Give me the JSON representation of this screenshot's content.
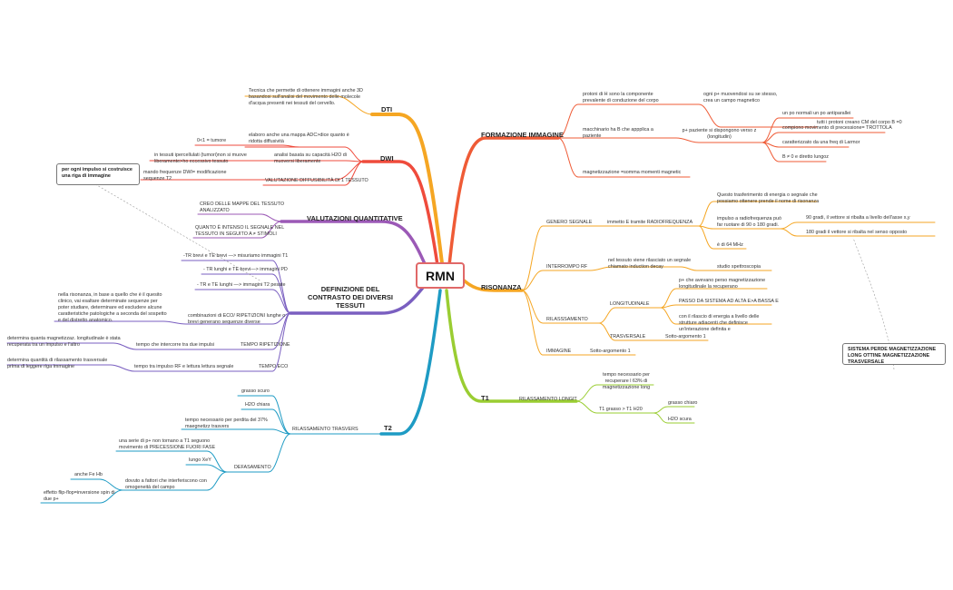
{
  "root": "RMN",
  "branches": {
    "dti": {
      "title": "DTI",
      "items": [
        "Tecnica che permette di ottenere immagini anche 3D basandosi sull'analisi del movimento delle molecole d'acqua presenti nei tessuti del cervello."
      ]
    },
    "dwi": {
      "title": "DWI",
      "adc": "elaboro anche una mappa ADC>dice quanto è ridotta diffusività",
      "adc_tumor": "0<1 = tumore",
      "analysis": "analisi basata su capacità H2O di muoversi liberamente",
      "tissue": "in tessuti ipercellulati (tumori)non si muove liberamente>ho eccessivo tessuto",
      "diffusivity": "VALUTAZIONE DIFFUSIBILITÀ DI 1 TESSUTO",
      "sequence": "mando frequenze DWI= modificazione sequenze T2"
    },
    "quant": {
      "title": "VALUTAZIONI QUANTITATIVE",
      "items": [
        "CREO DELLE MAPPE DEL TESSUTO ANALIZZATO",
        "QUANTO È INTENSO IL SEGNALE NEL TESSUTO IN SEGUITO A ≠ STIMOLI"
      ]
    },
    "contrast": {
      "title": "DEFINIZIONE DEL CONTRASTO DEI DIVERSI TESSUTI",
      "tr1": "-TR brevi e TE brevi —> misuriamo immagini T1",
      "tr2": "- TR lunghi e TE brevi—> immagini PD",
      "tr3": "- TR e TE lunghi —> immagini T2 pesate",
      "combos": "combinazioni di ECO/ RIPETIZIONI lunghe o brevi generano sequenze diverse",
      "combos_note": "nella risonanza, in base a quello che è il quesito clinico, vai esaltare determinate sequenze per poter studiare, determinare ed escludere alcune caratteristiche patologiche a seconda del sospetto e del distretto anatomico.",
      "tr_label": "TEMPO RIPETIZIONE",
      "tr_def": "tempo che intercorre tra due impulsi",
      "tr_note": "determina quanta magnetizzaz. longitudinale è stata recuperata tra un impulso e l'altro",
      "te_label": "TEMPO ECO",
      "te_def": "tempo tra impulso RF e lettura lettura segnale",
      "te_note": "determina quantità di rilassamento trasversale prima di leggere riga immagine",
      "callout": "per ogni impulso si costruisce una riga di immagine"
    },
    "t2": {
      "title": "T2",
      "relax": "RILASSAMENTO TRASVERS",
      "fat": "grasso scuro",
      "water": "H2O chiara",
      "time": "tempo necessario per perdita del 37% maegnetizz trasvers",
      "dephase": "DEFASAMENTO",
      "dephase_desc": "una serie di p+ non tornano a T1 seguono movimento di PRECESSIONE FUORI FASE",
      "xy": "lungo XeY",
      "factors": "dovuto a fattori che interferiscono con omogeneità del campo",
      "fe": "anche Fe Hb",
      "flip": "effetto flip-flop=inversione spin di due p+"
    },
    "formation": {
      "title": "FORMAZIONE IMMAGINE",
      "protons": "protoni di H sono la componente prevalente di conduzione del corpo",
      "own_field": "ogni p+ muovendosi su se stesso, crea un campo magnetico",
      "cm": "tutti i protoni creano CM del corpo B =0",
      "machine": "macchinario ha B che appplica a paziente",
      "patient": "p+ paziente si dispongono verso z (longitudin)",
      "b_items": [
        "un po normali un po antiparallei",
        "compiono movimento di precessione= TROTTOLA",
        "caratterizzato da una freq di Larmor",
        "B ≠ 0 e diretto lungoz"
      ],
      "sum": "magnetizzazione =somma momenti magnetic"
    },
    "resonance": {
      "title": "RISONANZA",
      "signal": "GENERO SEGNALE",
      "rf_send": "immetto E tramite RADIOFREQUENZA",
      "transfer": "Questo trasferimento di energia o segnale che possiamo ottenere prende il nome di risonanza",
      "impulse": "impulso a radiofrequenza può far ruotare di 90 o 180 gradi.",
      "deg90": "90 gradi, il vettore si ribalta a livello dell'asse x,y",
      "deg180": "180 gradi il vettore si ribalta nel senso opposto",
      "mhz": "è di 64 MHz",
      "stop_rf": "INTERROMPO RF",
      "decay": "nel tessuto viene rilasciato un segnale chiamato induction decay",
      "spectro": "studio spettroscopia",
      "relax": "RILASSSAMENTO",
      "longit": "LONGITUDINALE",
      "longit_1": "p+ che avevano perso magnetizzazione longitudinale la recuperano",
      "longit_2": "PASSO DA SISTEMA AD ALTA E>A BASSA E",
      "longit_3": "con il rilascio di energia a livello delle strutture adiacenti che definisce un'interazione definita e",
      "transv": "TRASVERSALE",
      "subtopic": "Sotto-argomento 1",
      "image": "IMMAGINE",
      "image_sub": "Sotto-argomento 1",
      "callout": "SISTEMA PERDE MAGNETIZZAZIONE LONG OTTINE MAGNETIZZAZIONE TRASVERSALE"
    },
    "t1": {
      "title": "T1",
      "relax": "RILASSAMENTO LONGIT",
      "time": "tempo necessario per recuperare l 63% di magnetizzazione long",
      "compare": "T1 grasso > T1 H20",
      "fat": "grasso chiaro",
      "water": "H2O scura"
    }
  },
  "colors": {
    "dti": "#f5a623",
    "dwi": "#ef4b3c",
    "quant": "#9b59b6",
    "contrast": "#7a5fc0",
    "t2": "#1e9bc4",
    "formation": "#ef5b36",
    "resonance": "#f5a623",
    "t1": "#9acd32"
  }
}
